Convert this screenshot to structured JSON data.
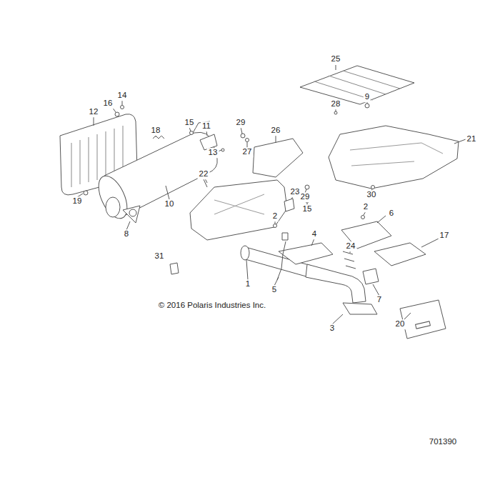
{
  "diagram": {
    "labels": [
      "25",
      "14",
      "16",
      "12",
      "9",
      "28",
      "26",
      "29",
      "11",
      "27",
      "18",
      "15",
      "13",
      "21",
      "29",
      "15",
      "30",
      "22",
      "23",
      "19",
      "10",
      "8",
      "2",
      "2",
      "6",
      "4",
      "17",
      "24",
      "31",
      "1",
      "5",
      "7",
      "3",
      "20",
      "© 2016 Polaris Industries Inc.",
      "701390"
    ]
  }
}
